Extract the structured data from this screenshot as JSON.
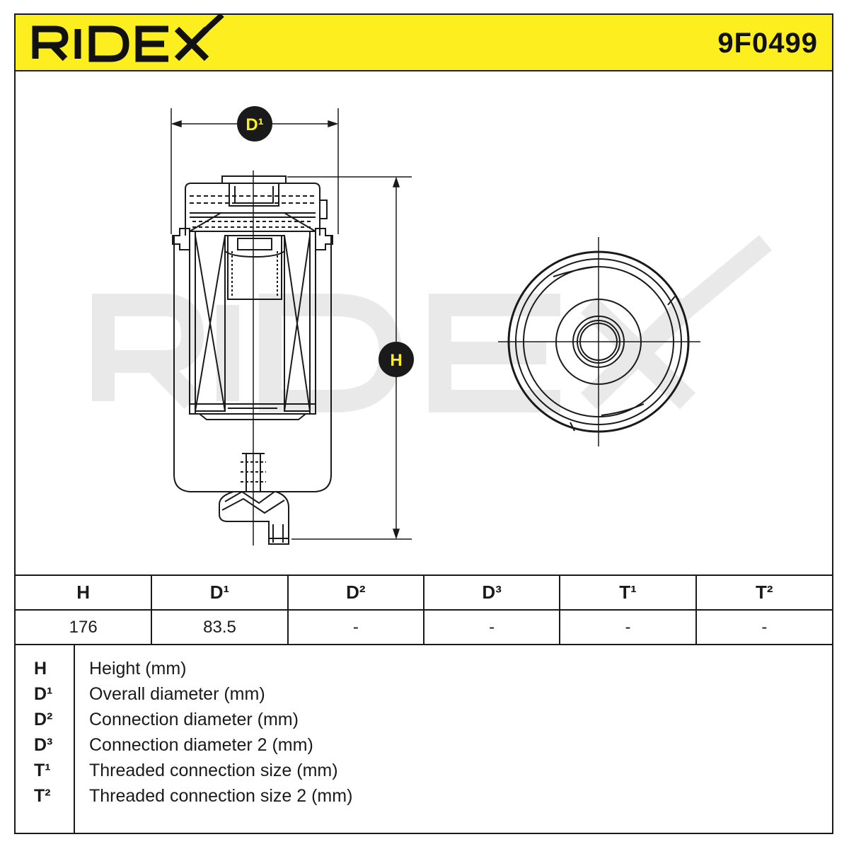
{
  "header": {
    "brand": "RIDEX",
    "part_number": "9F0499"
  },
  "drawing": {
    "dim_d1": "D¹",
    "dim_h": "H"
  },
  "specs": {
    "headers": [
      "H",
      "D¹",
      "D²",
      "D³",
      "T¹",
      "T²"
    ],
    "values": [
      "176",
      "83.5",
      "-",
      "-",
      "-",
      "-"
    ]
  },
  "legend": [
    {
      "key": "H",
      "text": "Height (mm)"
    },
    {
      "key": "D¹",
      "text": "Overall diameter (mm)"
    },
    {
      "key": "D²",
      "text": "Connection diameter (mm)"
    },
    {
      "key": "D³",
      "text": "Connection diameter 2 (mm)"
    },
    {
      "key": "T¹",
      "text": "Threaded connection size (mm)"
    },
    {
      "key": "T²",
      "text": "Threaded connection size 2 (mm)"
    }
  ],
  "colors": {
    "header_bg": "#fcee1f",
    "ink": "#1a1a1a",
    "watermark": "#e9e9e9"
  }
}
